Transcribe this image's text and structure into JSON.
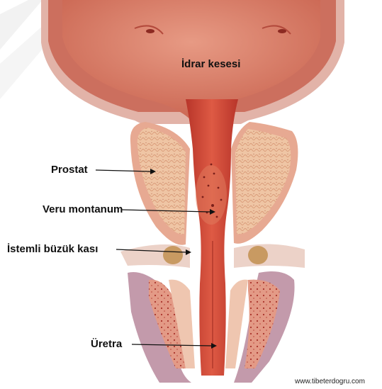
{
  "labels": {
    "bladder": "İdrar kesesi",
    "prostate": "Prostat",
    "veru": "Veru montanum",
    "sphincter": "İstemli büzük kası",
    "urethra": "Üretra"
  },
  "credit": "www.tibeterdogru.com",
  "colors": {
    "bladder_wall": "#c8554e",
    "lumen": "#c23a2c",
    "prostate": "#eec6a6",
    "muscle": "#d9a898",
    "corpus": "#b88a9c"
  }
}
